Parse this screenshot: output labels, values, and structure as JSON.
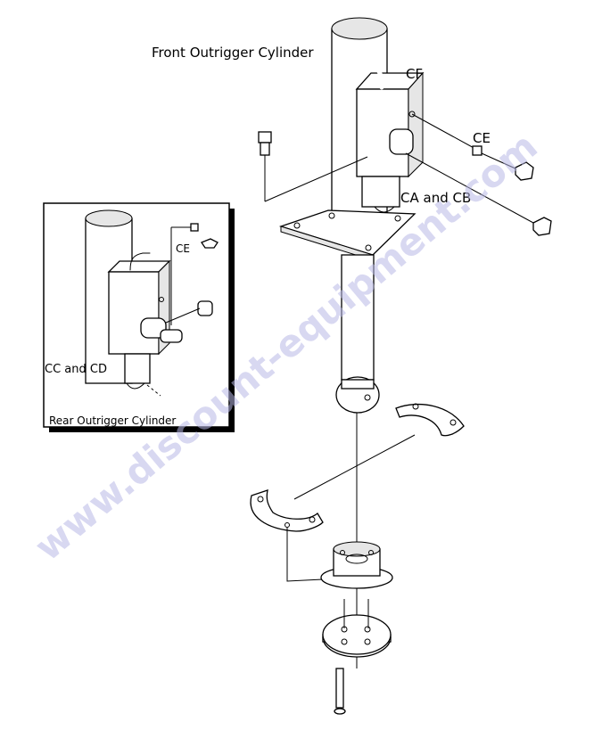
{
  "labels": {
    "front_title": "Front Outrigger Cylinder",
    "cf": "CF",
    "ce": "CE",
    "ca_cb": "CA and CB",
    "inset_ce": "CE",
    "cc_cd": "CC and CD",
    "rear_title": "Rear Outrigger Cylinder"
  },
  "watermark": "www.discount-equipment.com",
  "colors": {
    "watermark": "#b9b9e6",
    "line": "#000000"
  }
}
